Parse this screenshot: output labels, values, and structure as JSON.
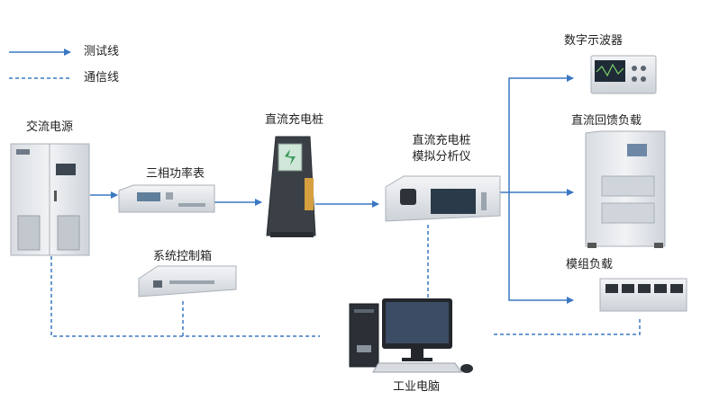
{
  "legend": {
    "test_line": "测试线",
    "comm_line": "通信线"
  },
  "nodes": {
    "ac_source": "交流电源",
    "power_meter": "三相功率表",
    "dc_charger": "直流充电桩",
    "simulator_line1": "直流充电桩",
    "simulator_line2": "模拟分析仪",
    "oscilloscope": "数字示波器",
    "dc_load": "直流回馈负载",
    "control_box": "系统控制箱",
    "module_load": "模组负载",
    "pc": "工业电脑"
  },
  "colors": {
    "line": "#3a78c2",
    "device_panel": "#e7eaee",
    "device_edge": "#b9c0c8"
  }
}
